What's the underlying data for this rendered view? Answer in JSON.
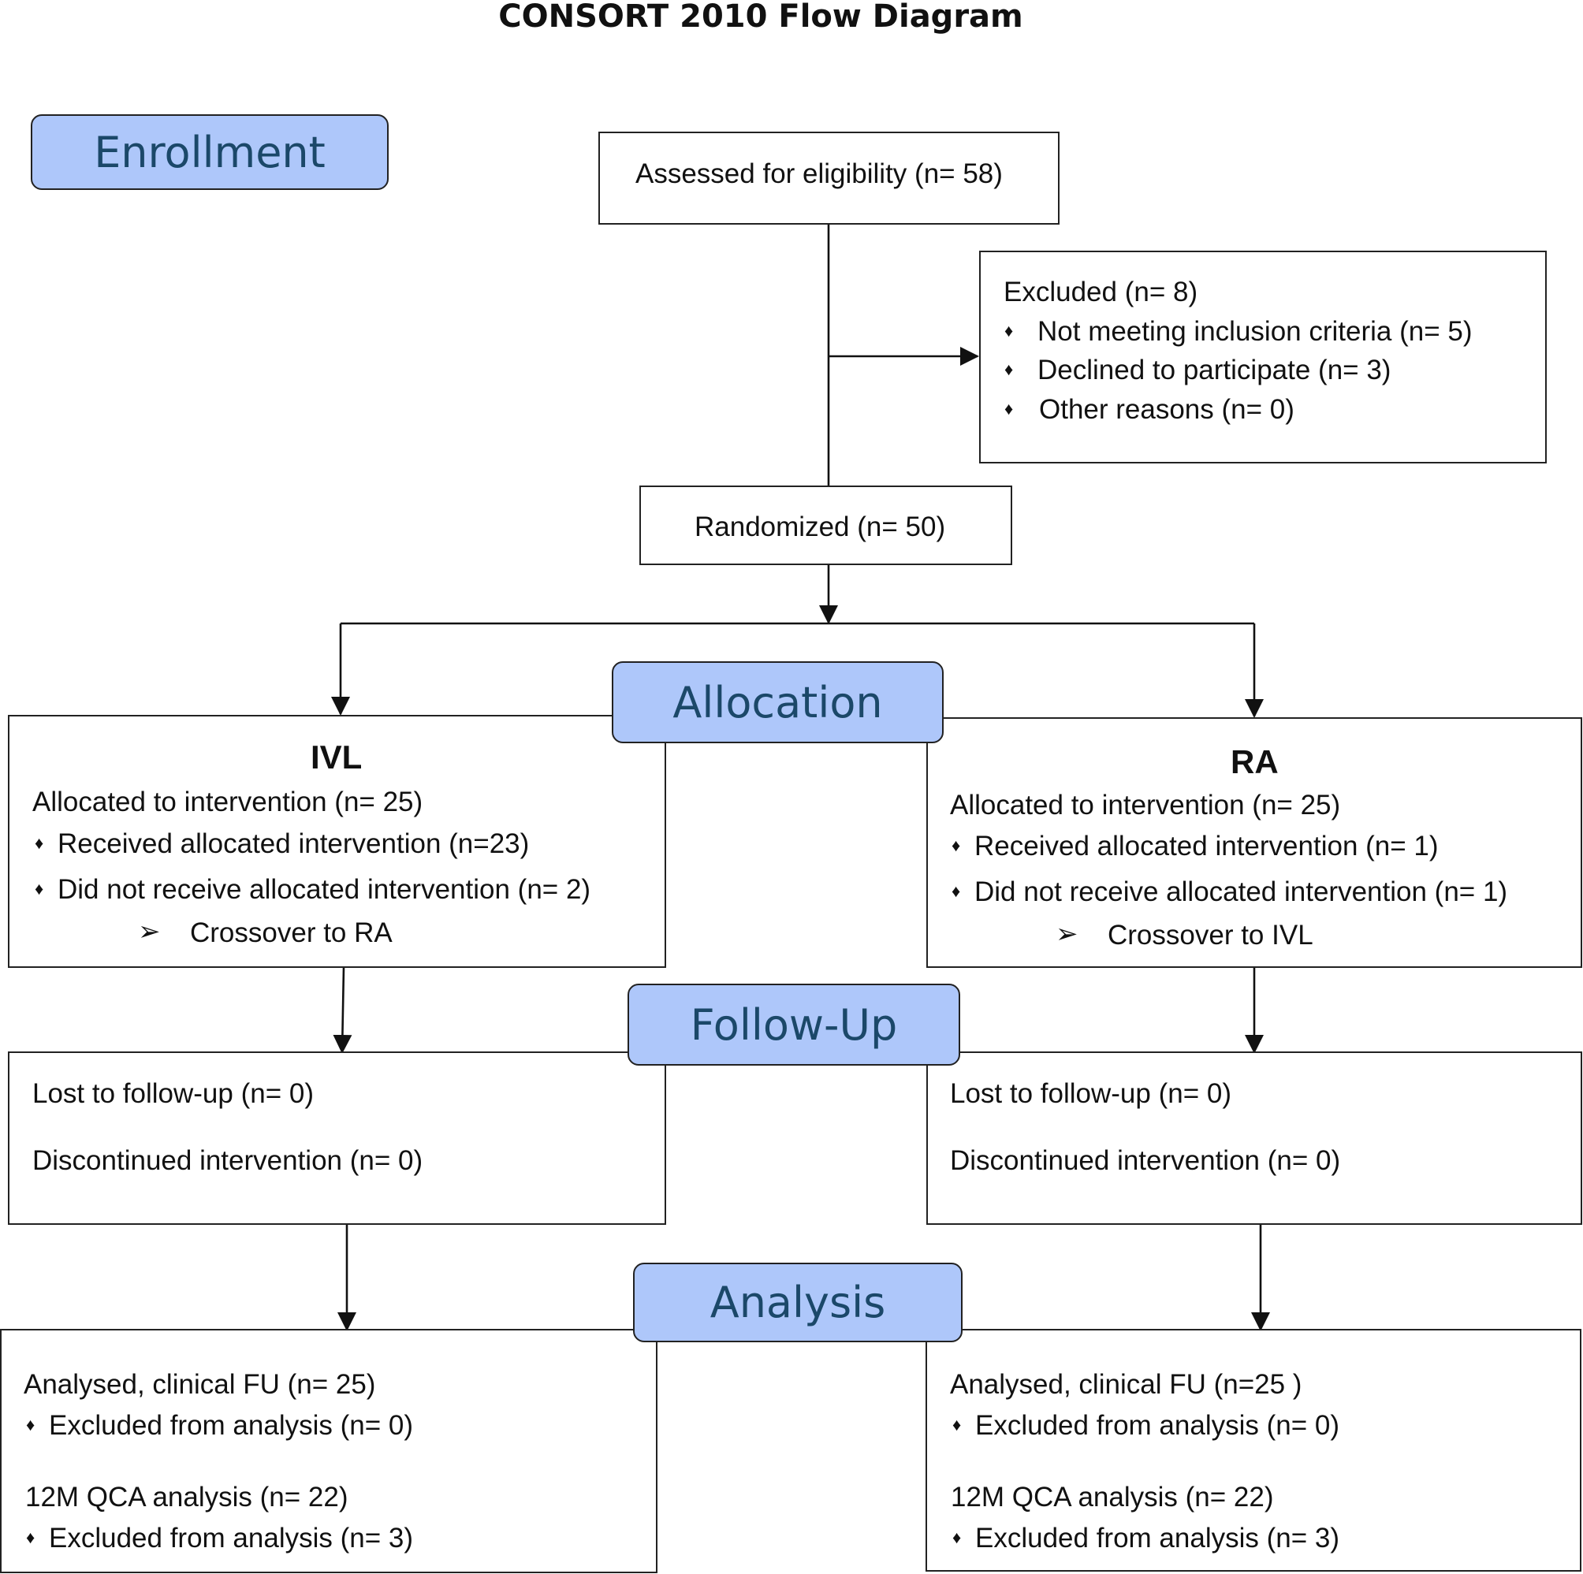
{
  "title": "CONSORT 2010 Flow Diagram",
  "stages": {
    "enrollment": "Enrollment",
    "allocation": "Allocation",
    "follow_up": "Follow-Up",
    "analysis": "Analysis"
  },
  "enrollment": {
    "assessed": "Assessed for eligibility (n= 58)",
    "excluded": {
      "title": "Excluded  (n= 8)",
      "items": [
        "Not meeting inclusion criteria (n= 5)",
        "Declined to participate (n= 3)",
        "Other reasons (n= 0)"
      ]
    },
    "randomized": "Randomized (n= 50)"
  },
  "allocation": {
    "ivl": {
      "heading": "IVL",
      "allocated": "Allocated to intervention (n= 25)",
      "received": "Received allocated intervention (n=23)",
      "not_received": "Did not receive allocated intervention (n= 2)",
      "crossover": "Crossover to RA"
    },
    "ra": {
      "heading": "RA",
      "allocated": "Allocated to intervention (n= 25)",
      "received": "Received allocated intervention (n= 1)",
      "not_received": "Did not receive allocated intervention (n= 1)",
      "crossover": "Crossover to IVL"
    }
  },
  "follow_up": {
    "ivl": {
      "lost": "Lost to follow-up (n= 0)",
      "discontinued": "Discontinued intervention  (n= 0)"
    },
    "ra": {
      "lost": "Lost to follow-up (n= 0)",
      "discontinued": "Discontinued intervention (n= 0)"
    }
  },
  "analysis": {
    "ivl": {
      "clinical": "Analysed, clinical FU (n= 25)",
      "excluded_clinical": "Excluded from analysis (n= 0)",
      "qca": "12M QCA analysis (n= 22)",
      "excluded_qca": "Excluded from analysis (n= 3)"
    },
    "ra": {
      "clinical": "Analysed, clinical FU  (n=25 )",
      "excluded_clinical": "Excluded from analysis (n= 0)",
      "qca": "12M QCA analysis (n= 22)",
      "excluded_qca": "Excluded from analysis (n= 3)"
    }
  },
  "symbols": {
    "bullet": "♦",
    "arrow_bullet": "➢"
  }
}
